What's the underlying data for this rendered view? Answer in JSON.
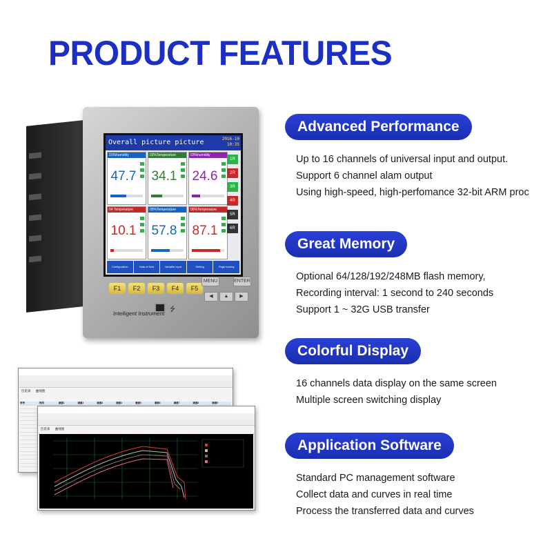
{
  "page": {
    "title": "PRODUCT FEATURES"
  },
  "features": [
    {
      "heading": "Advanced Performance",
      "lines": [
        "Up to 16 channels of universal input and output.",
        "Support 6 channel alam output",
        "Using high-speed, high-perfomance 32-bit ARM proc"
      ]
    },
    {
      "heading": "Great Memory",
      "lines": [
        "Optional 64/128/192/248MB flash memory,",
        "Recording interval: 1 second to 240 seconds",
        "Support 1 ~ 32G USB transfer"
      ]
    },
    {
      "heading": "Colorful Display",
      "lines": [
        "16 channels data display on the same screen",
        "Multiple screen switching display"
      ]
    },
    {
      "heading": "Application Software",
      "lines": [
        "Standard PC management software",
        "Collect data and curves in real time",
        "Process the transferred data and curves"
      ]
    }
  ],
  "device": {
    "screen_title": "Overall picture picture",
    "clock": [
      "2016-10",
      "10:35"
    ],
    "channels": [
      {
        "label": "01%humidity",
        "value": "47.7",
        "color": "#1565c0",
        "fill": 0.48
      },
      {
        "label": "02%Temperature",
        "value": "34.1",
        "color": "#2e7d32",
        "fill": 0.34
      },
      {
        "label": "03%humidity",
        "value": "24.6",
        "color": "#8e24aa",
        "fill": 0.25
      },
      {
        "label": "04 Temperature",
        "value": "10.1",
        "color": "#c62828",
        "fill": 0.1
      },
      {
        "label": "05%Temperature",
        "value": "57.8",
        "color": "#1565c0",
        "fill": 0.58
      },
      {
        "label": "06%Temperature",
        "value": "87.1",
        "color": "#c62828",
        "fill": 0.87
      }
    ],
    "alarms": [
      "1R",
      "2R",
      "3R",
      "4R",
      "5R",
      "6R"
    ],
    "soft_keys": [
      "Configuration",
      "Data of fluid",
      "Variable input",
      "Setting",
      "Page turning"
    ],
    "function_keys": [
      "F1",
      "F2",
      "F3",
      "F4",
      "F5"
    ],
    "nav_keys": {
      "menu": "MENU",
      "enter": "ENTER"
    },
    "brand": "Intelligent Instrument"
  },
  "software": {
    "table_headers": [
      "序号",
      "时间",
      "通道1",
      "通道2",
      "通道3",
      "通道4",
      "通道5",
      "通道6",
      "通道7",
      "通道8",
      "通道9"
    ],
    "tabs": [
      "历史表",
      "曲线图"
    ]
  },
  "colors": {
    "title": "#1b2fc2",
    "pill": "#1a2fb0"
  }
}
